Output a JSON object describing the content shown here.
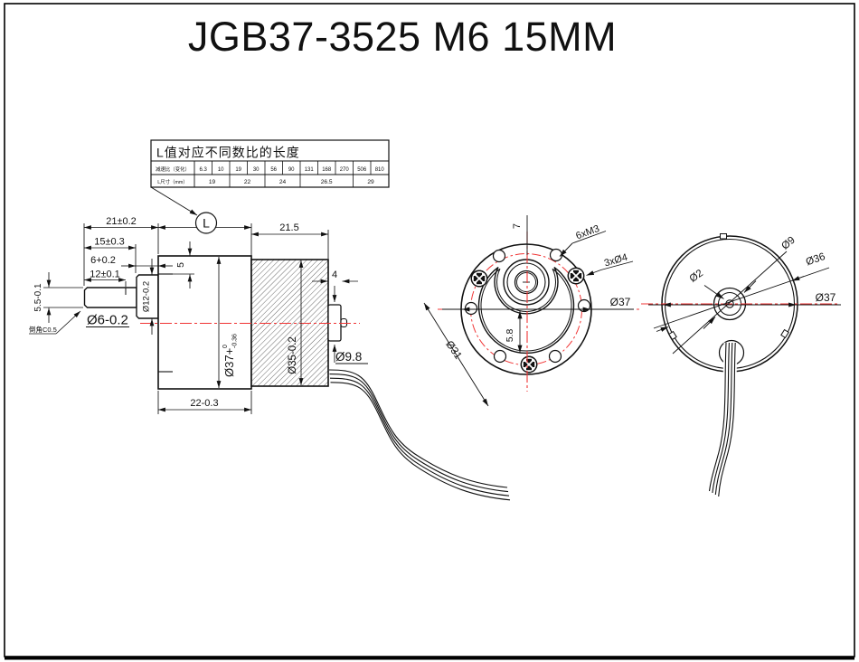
{
  "window": {
    "title": "JGB37-3525 M6 15MM"
  },
  "table": {
    "title": "L值对应不同数比的长度",
    "rows": {
      "ratio_label": "减速比（变化）",
      "ratios": [
        "6.3",
        "10",
        "19",
        "30",
        "56",
        "90",
        "131",
        "168",
        "270",
        "506",
        "810"
      ],
      "length_label": "L尺寸（mm）",
      "lengths": [
        "19",
        "22",
        "24",
        "26.5",
        "29"
      ]
    }
  },
  "balloon": {
    "label": "L"
  },
  "side_view": {
    "dim_front_total": "21±0.2",
    "dim_shaft_len": "15±0.3",
    "dim_collar_len": "6+0.2",
    "dim_flat_len": "12±0.1",
    "dim_flat_height": "5.5-0.1",
    "dim_shaft_dia": "Ø6-0.2",
    "chamfer_note": "倒角C0.5",
    "dim_collar_dia": "Ø12-0.2",
    "dim_step": "5",
    "dim_gearbox_dia": "Ø37+",
    "dim_gearbox_tol_upper": "0",
    "dim_gearbox_tol_lower": "-0.36",
    "dim_gearbox_len": "22-0.3",
    "dim_motor_len": "21.5",
    "dim_motor_dia": "Ø35-0.2",
    "dim_connector_w": "4",
    "dim_cap_dia": "Ø9.8"
  },
  "front_view": {
    "dim_offset": "7",
    "label_holes": "6xM3",
    "label_screws": "3xØ4",
    "dim_outer_dia": "Ø37",
    "dim_bolt_circle": "Ø31",
    "dim_shaft_drop": "5.8"
  },
  "rear_view": {
    "dim_pin_dia": "Ø2",
    "dim_boss_dia": "Ø9",
    "dim_inner_dia": "Ø36",
    "dim_outer_dia": "Ø37"
  },
  "colors": {
    "centerline": "#f03434",
    "line": "#111111"
  }
}
